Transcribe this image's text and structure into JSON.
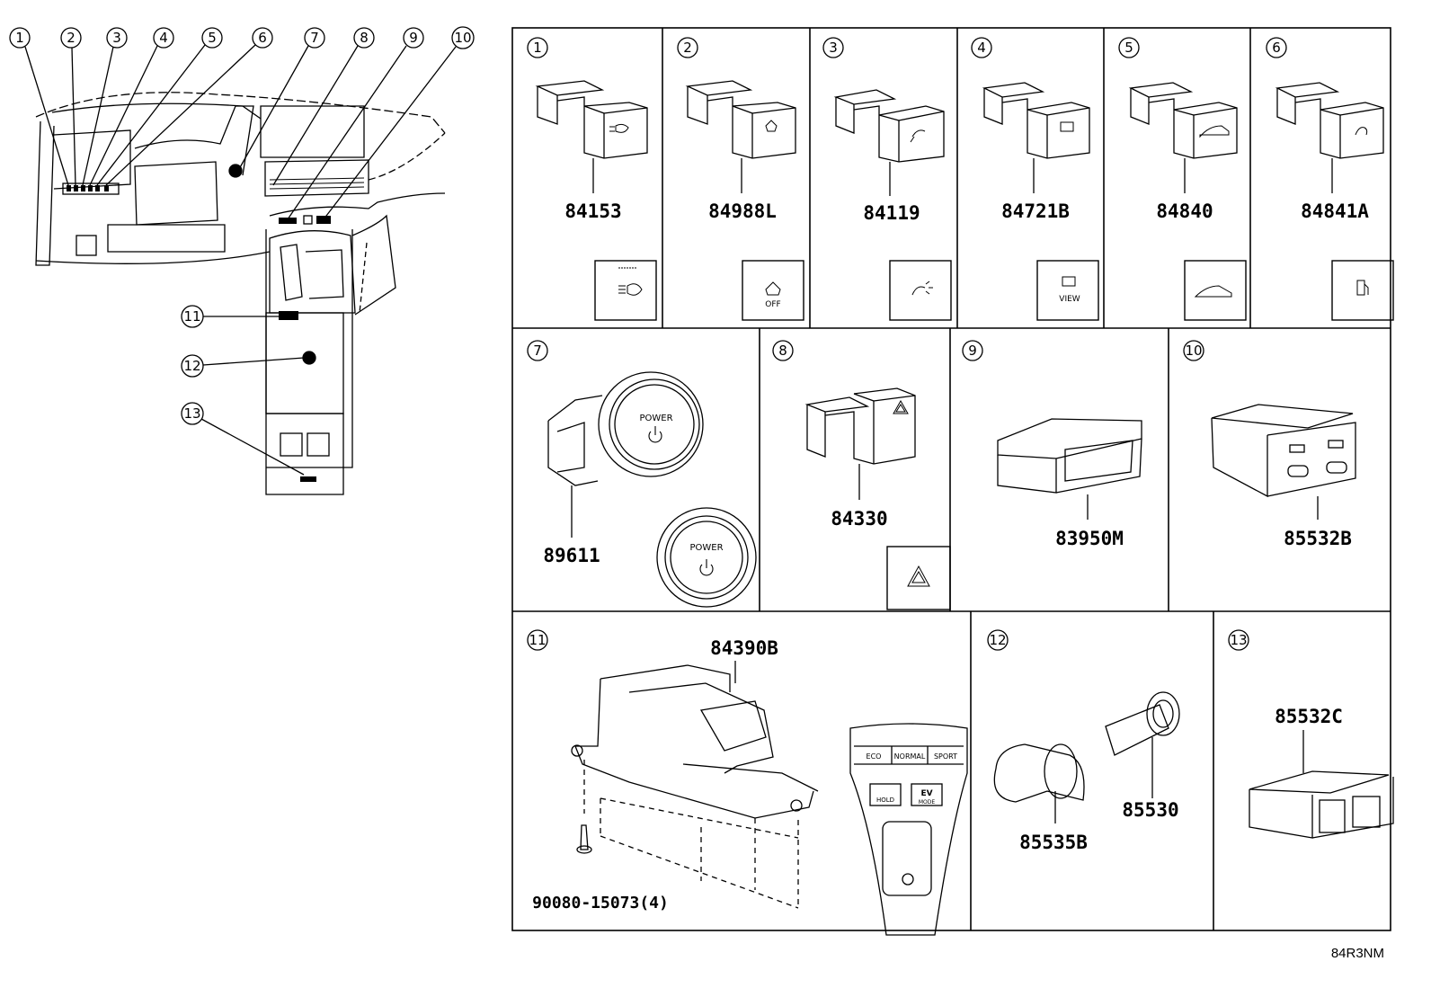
{
  "overview": {
    "callouts": [
      "1",
      "2",
      "3",
      "4",
      "5",
      "6",
      "7",
      "8",
      "9",
      "10",
      "11",
      "12",
      "13"
    ]
  },
  "cells": [
    {
      "index": "1",
      "part": "84153"
    },
    {
      "index": "2",
      "part": "84988L"
    },
    {
      "index": "3",
      "part": "84119"
    },
    {
      "index": "4",
      "part": "84721B"
    },
    {
      "index": "5",
      "part": "84840"
    },
    {
      "index": "6",
      "part": "84841A"
    },
    {
      "index": "7",
      "part": "89611"
    },
    {
      "index": "8",
      "part": "84330"
    },
    {
      "index": "9",
      "part": "83950M"
    },
    {
      "index": "10",
      "part": "85532B"
    },
    {
      "index": "11",
      "part": "84390B",
      "part2": "90080-15073(4)"
    },
    {
      "index": "12",
      "part": "85535B",
      "part2": "85530"
    },
    {
      "index": "13",
      "part": "85532C"
    }
  ],
  "labels": {
    "power": "POWER",
    "off": "OFF",
    "view": "VIEW",
    "eco": "ECO",
    "normal": "NORMAL",
    "sport": "SPORT",
    "ev": "EV",
    "ev_mode": "MODE",
    "hold": "HOLD"
  },
  "diagram_code": "84R3NM"
}
